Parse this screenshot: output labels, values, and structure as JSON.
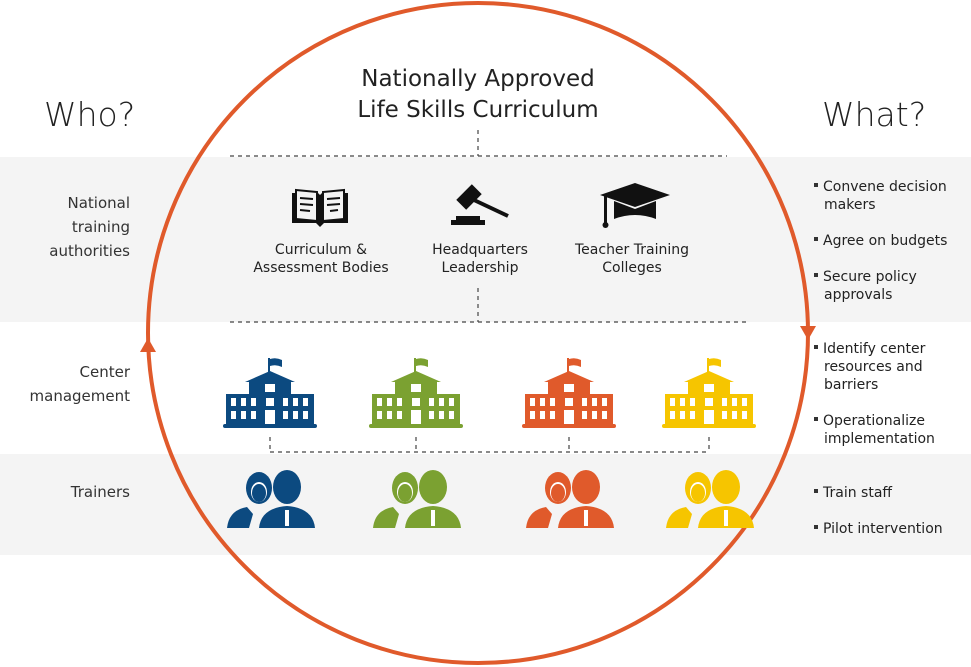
{
  "title": {
    "line1": "Nationally Approved",
    "line2": "Life Skills Curriculum"
  },
  "who": {
    "heading": "Who?",
    "rows": [
      {
        "label_line1": "National",
        "label_line2": "training",
        "label_line3": "authorities"
      },
      {
        "label_line1": "Center",
        "label_line2": "management"
      },
      {
        "label_line1": "Trainers"
      }
    ]
  },
  "what": {
    "heading": "What?",
    "bullets": [
      {
        "line1": "Convene decision",
        "line2": "makers"
      },
      {
        "line1": "Agree on budgets"
      },
      {
        "line1": "Secure policy",
        "line2": "approvals"
      },
      {
        "line1": "Identify center",
        "line2": "resources and",
        "line3": "barriers"
      },
      {
        "line1": "Operationalize",
        "line2": "implementation"
      },
      {
        "line1": "Train staff"
      },
      {
        "line1": "Pilot intervention"
      }
    ]
  },
  "authorities": [
    {
      "icon": "book-icon",
      "line1": "Curriculum &",
      "line2": "Assessment Bodies"
    },
    {
      "icon": "gavel-icon",
      "line1": "Headquarters",
      "line2": "Leadership"
    },
    {
      "icon": "graduation-cap-icon",
      "line1": "Teacher Training",
      "line2": "Colleges"
    }
  ],
  "colors": {
    "circle": "#e05a2b",
    "centers": [
      "#0c4a80",
      "#7ba131",
      "#e05a2b",
      "#f6c500"
    ],
    "band": "#f4f4f4"
  }
}
